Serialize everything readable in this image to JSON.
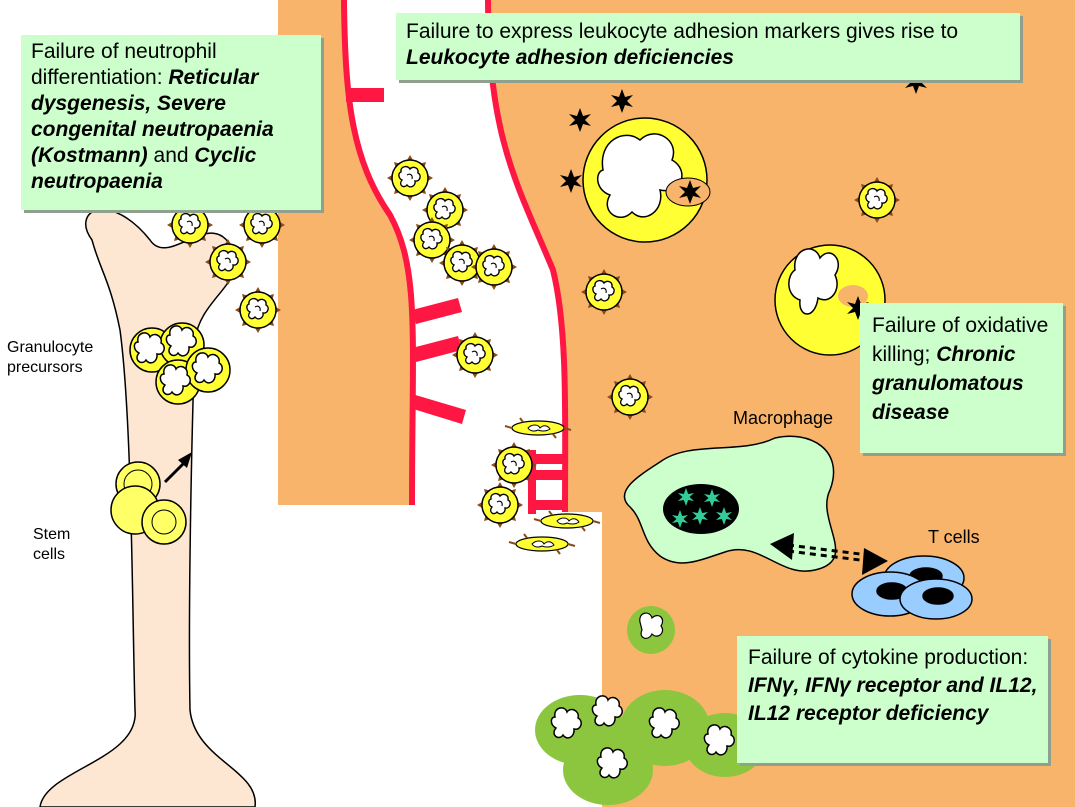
{
  "boxes": {
    "neutrophil": {
      "lead": "Failure of neutrophil differentiation:",
      "term1": "Reticular dysgenesis, Severe congenital neutropaenia (Kostmann)",
      "join": "and",
      "term2": "Cyclic neutropaenia"
    },
    "adhesion": {
      "lead": "Failure to express leukocyte adhesion markers gives rise to",
      "term": "Leukocyte adhesion deficiencies"
    },
    "oxidative": {
      "lead": "Failure of oxidative killing;",
      "term": "Chronic granulomatous disease"
    },
    "cytokine": {
      "lead": "Failure of cytokine production:",
      "term": "IFNγ, IFNγ receptor and IL12, IL12 receptor deficiency"
    }
  },
  "labels": {
    "granulocyte": "Granulocyte precursors",
    "stem": "Stem cells",
    "macrophage": "Macrophage",
    "tcells": "T cells"
  },
  "colors": {
    "tissue": "#f9b46b",
    "vessel_wall": "#ff1744",
    "bone": "#fde7d3",
    "neutrophil": "#ffff33",
    "macrophage": "#ccffcc",
    "tcell": "#99ccff",
    "mycobacteria_cell": "#8cc63f",
    "text_box": "#ccffcc"
  }
}
